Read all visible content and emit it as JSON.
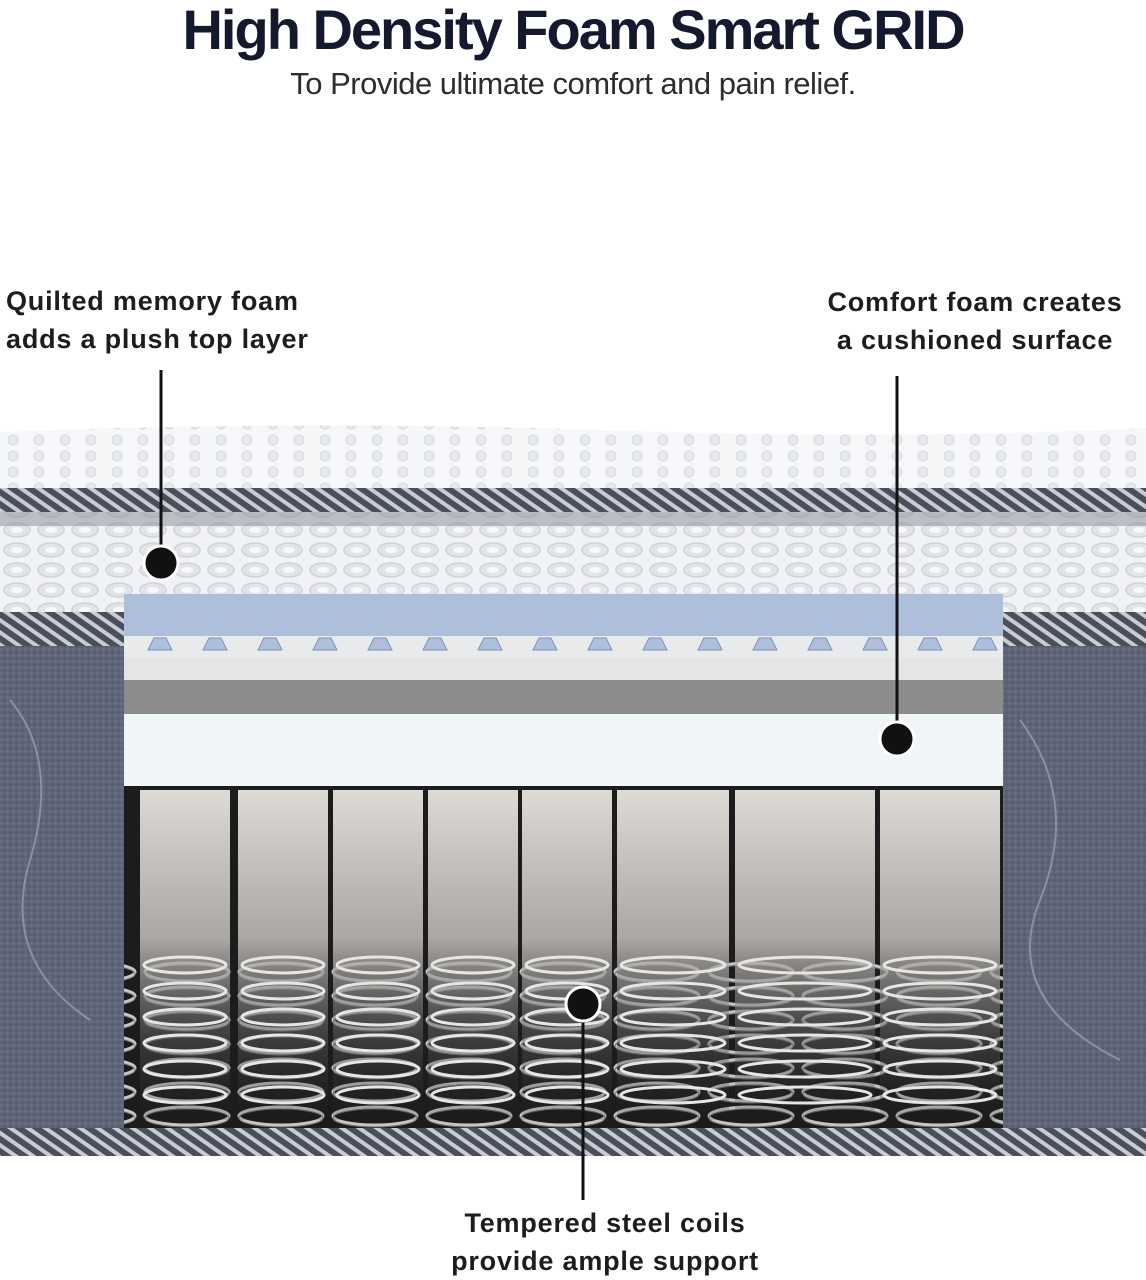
{
  "header": {
    "title": "High Density Foam Smart GRID",
    "subtitle": "To Provide ultimate comfort and pain relief."
  },
  "callouts": {
    "quilted_foam": {
      "line1": "Quilted memory foam",
      "line2": "adds a plush top layer"
    },
    "comfort_foam": {
      "line1": "Comfort foam creates",
      "line2": "a cushioned surface"
    },
    "steel_coils": {
      "line1": "Tempered steel coils",
      "line2": "provide ample support"
    }
  },
  "colors": {
    "title": "#14192d",
    "callout_line": "#111111",
    "gel_foam": "#aebfdb",
    "fabric_side": "#5c6476",
    "coil_backdrop": "#1c1c1c"
  }
}
